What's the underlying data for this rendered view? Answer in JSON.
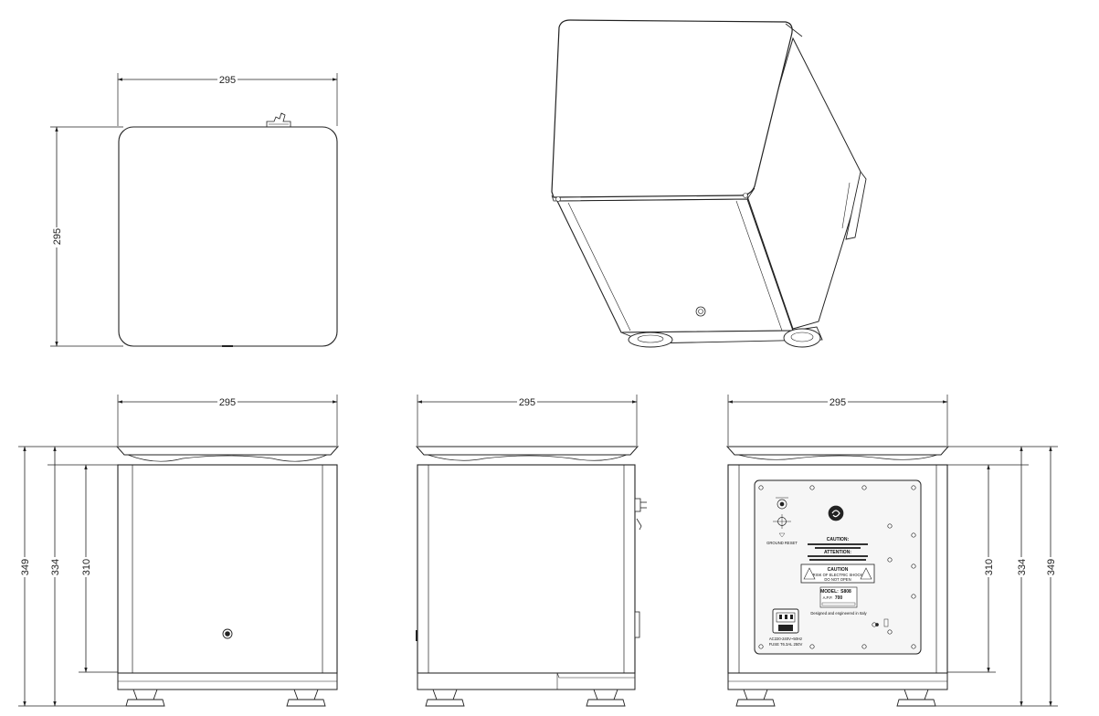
{
  "dimensions": {
    "top_width": "295",
    "top_depth": "295",
    "front_width": "295",
    "front_h_total": "349",
    "front_h_cabinet": "334",
    "front_h_body": "310",
    "side_width": "295",
    "rear_width": "295",
    "rear_h_body": "310",
    "rear_h_cabinet": "334",
    "rear_h_total": "349"
  },
  "rear_panel": {
    "ground_label": "GROUND RESET",
    "caution_title": "CAUTION:",
    "attention_title": "ATTENTION:",
    "caution_box_title": "CAUTION",
    "caution_box_line1": "RISK OF ELECTRIC SHOCK",
    "caution_box_line2": "DO NOT OPEN",
    "model_label": "MODEL:",
    "model_value": "S808",
    "amp_label": "A.P.P.",
    "amp_value": "700",
    "designed_text": "Designed and engineered in Italy",
    "ac_line1": "AC220-240V~50Hz",
    "ac_line2": "FUSE T6.3AL 250V"
  },
  "colors": {
    "line": "#222222",
    "panel": "#f2f2f2"
  }
}
